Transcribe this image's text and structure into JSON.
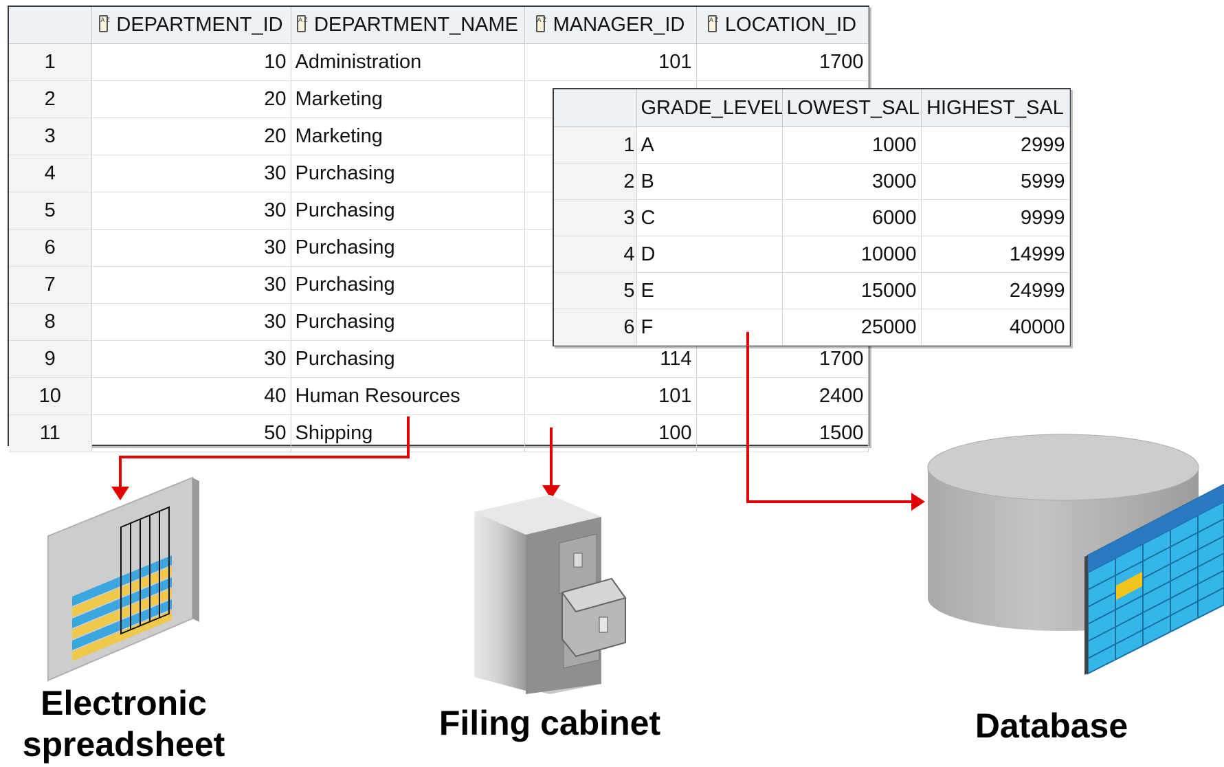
{
  "department_table": {
    "columns": [
      "",
      "DEPARTMENT_ID",
      "DEPARTMENT_NAME",
      "MANAGER_ID",
      "LOCATION_ID"
    ],
    "rows": [
      [
        "1",
        "10",
        "Administration",
        "101",
        "1700"
      ],
      [
        "2",
        "20",
        "Marketing",
        "",
        ""
      ],
      [
        "3",
        "20",
        "Marketing",
        "",
        ""
      ],
      [
        "4",
        "30",
        "Purchasing",
        "",
        ""
      ],
      [
        "5",
        "30",
        "Purchasing",
        "",
        ""
      ],
      [
        "6",
        "30",
        "Purchasing",
        "",
        ""
      ],
      [
        "7",
        "30",
        "Purchasing",
        "",
        ""
      ],
      [
        "8",
        "30",
        "Purchasing",
        "",
        ""
      ],
      [
        "9",
        "30",
        "Purchasing",
        "114",
        "1700"
      ],
      [
        "10",
        "40",
        "Human Resources",
        "101",
        "2400"
      ],
      [
        "11",
        "50",
        "Shipping",
        "100",
        "1500"
      ]
    ]
  },
  "grade_table": {
    "columns": [
      "",
      "GRADE_LEVEL",
      "LOWEST_SAL",
      "HIGHEST_SAL"
    ],
    "rows": [
      [
        "1",
        "A",
        "1000",
        "2999"
      ],
      [
        "2",
        "B",
        "3000",
        "5999"
      ],
      [
        "3",
        "C",
        "6000",
        "9999"
      ],
      [
        "4",
        "D",
        "10000",
        "14999"
      ],
      [
        "5",
        "E",
        "15000",
        "24999"
      ],
      [
        "6",
        "F",
        "25000",
        "40000"
      ]
    ]
  },
  "captions": {
    "spreadsheet": "Electronic spreadsheet",
    "cabinet": "Filing cabinet",
    "database": "Database"
  },
  "colors": {
    "arrow": "#e00000",
    "stripe_blue": "#3aa7e0",
    "stripe_yellow": "#f0c84a",
    "db_gray": "#bdbdbd",
    "grid_cell": "#35b6e8"
  },
  "icons": [
    "spreadsheet-icon",
    "filing-cabinet-icon",
    "database-icon",
    "sort-icon"
  ]
}
